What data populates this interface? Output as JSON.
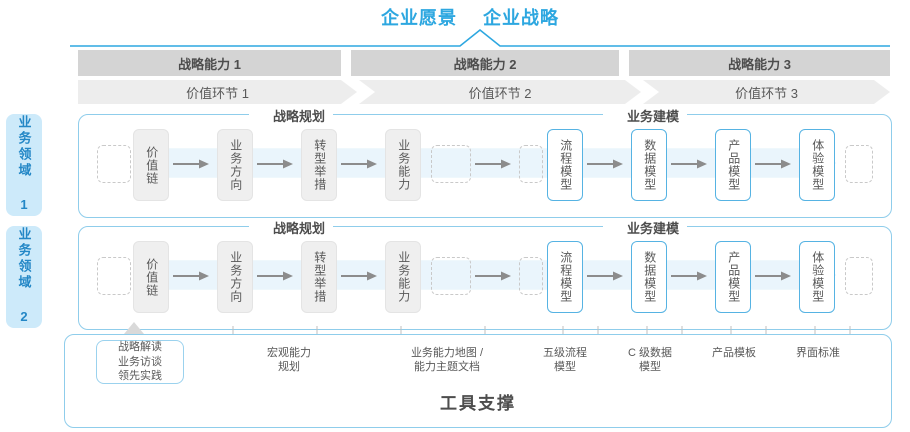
{
  "top": {
    "titles": [
      "企业愿景",
      "企业战略"
    ],
    "accent_color": "#2da7e0"
  },
  "capabilities": [
    {
      "label": "战略能力 1"
    },
    {
      "label": "战略能力 2"
    },
    {
      "label": "战略能力 3"
    }
  ],
  "value_chain": [
    {
      "label": "价值环节 1"
    },
    {
      "label": "价值环节 2"
    },
    {
      "label": "价值环节 3"
    }
  ],
  "domains": [
    {
      "label": "业务领域 1"
    },
    {
      "label": "业务领域 2"
    }
  ],
  "sections": {
    "planning_title": "战略规划",
    "modeling_title": "业务建模"
  },
  "nodes": {
    "planning": [
      "价值链",
      "业务方向",
      "转型举措",
      "业务能力"
    ],
    "modeling": [
      "流程模型",
      "数据模型",
      "产品模型",
      "体验模型"
    ]
  },
  "tool_support": {
    "title": "工具支撑",
    "callout": "战略解读\n业务访谈\n领先实践",
    "labels": [
      "宏观能力\n规划",
      "业务能力地图 /\n能力主题文档",
      "五级流程\n模型",
      "C 级数据\n模型",
      "产品模板",
      "界面标准"
    ]
  },
  "colors": {
    "accent": "#2da7e0",
    "border_blue": "#8fcdeb",
    "node_blue": "#56b3e3",
    "header_grey": "#d4d4d4",
    "chevron_grey": "#ededed",
    "domain_chip": "#cdeafa"
  }
}
